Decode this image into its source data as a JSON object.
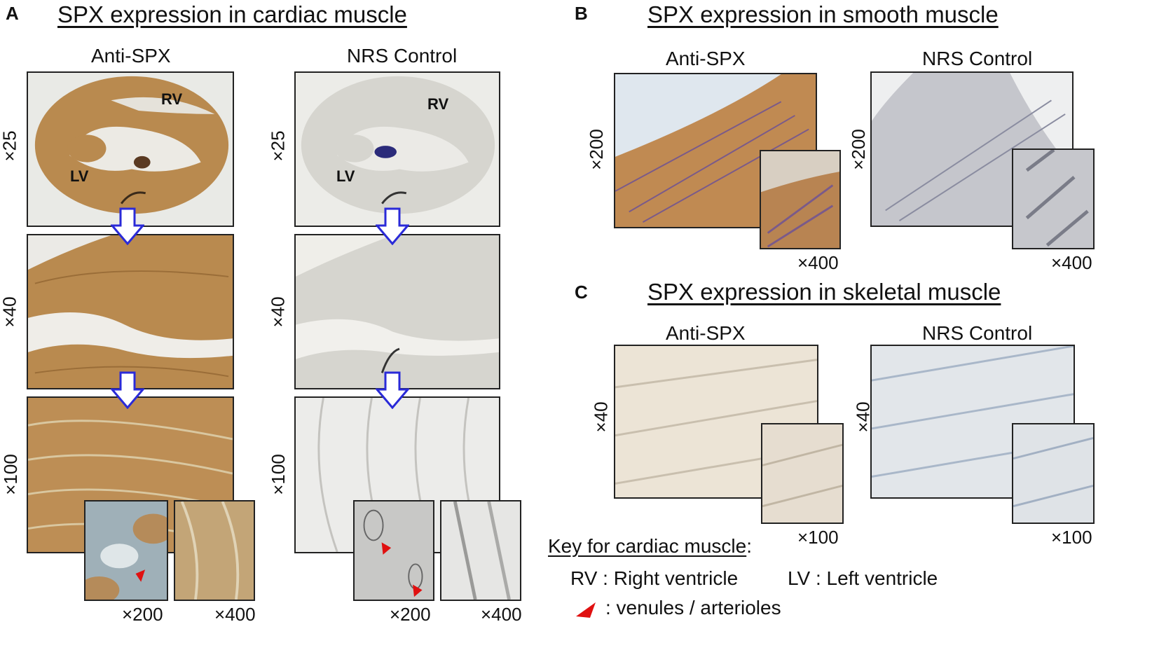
{
  "panels": {
    "A": {
      "letter": "A",
      "title": "SPX expression in cardiac muscle",
      "col_left": "Anti-SPX",
      "col_right": "NRS Control",
      "row_mags": [
        "×25",
        "×40",
        "×100"
      ],
      "tissue_rv": "RV",
      "tissue_lv": "LV",
      "inset_mags": [
        "×200",
        "×400"
      ]
    },
    "B": {
      "letter": "B",
      "title": "SPX expression in smooth muscle",
      "col_left": "Anti-SPX",
      "col_right": "NRS Control",
      "row_mag": "×200",
      "inset_mag": "×400"
    },
    "C": {
      "letter": "C",
      "title": "SPX expression in skeletal muscle",
      "col_left": "Anti-SPX",
      "col_right": "NRS Control",
      "row_mag": "×40",
      "inset_mag": "×100"
    }
  },
  "key": {
    "title": "Key for cardiac muscle",
    "title_suffix": ":",
    "rv_text": "RV :  Right ventricle",
    "lv_text": "LV : Left ventricle",
    "arrow_text": ": venules / arterioles"
  },
  "colors": {
    "brown_stain": "#b98a4f",
    "control_gray": "#d6d5cf",
    "arrow_blue": "#2a2ad8",
    "arrow_red": "#e01010"
  }
}
